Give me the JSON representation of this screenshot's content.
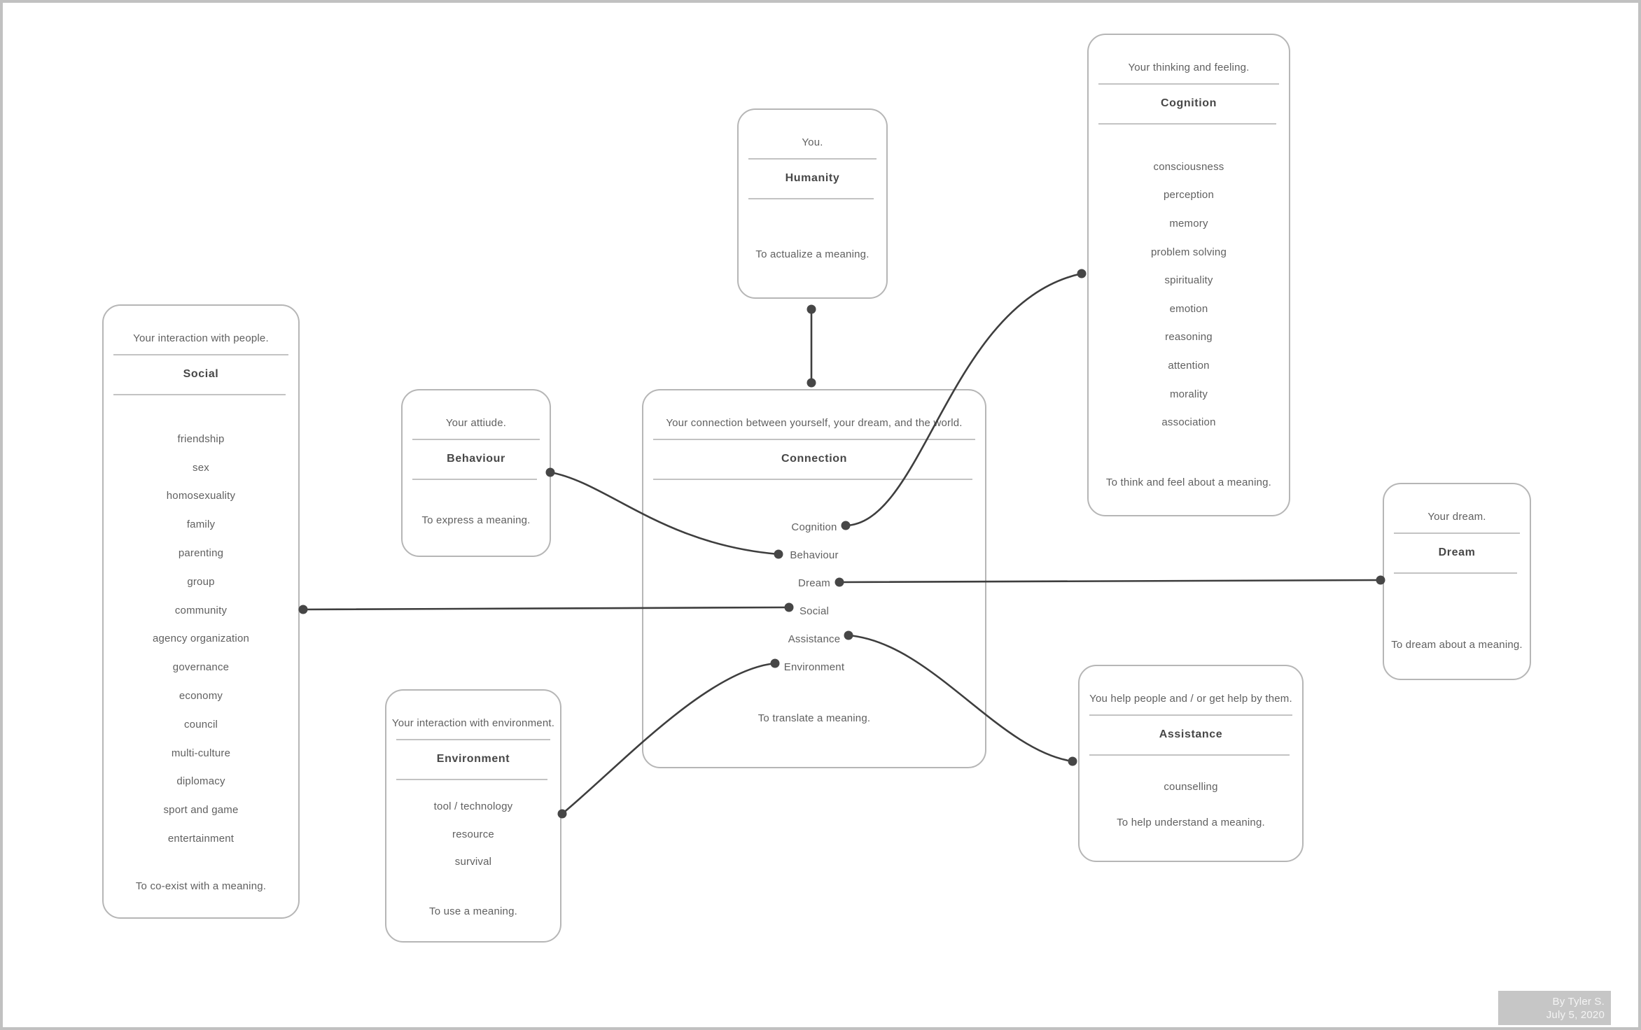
{
  "cards": [
    {
      "id": "humanity",
      "subtitle": "You.",
      "title": "Humanity",
      "items": [],
      "footer": "To actualize a meaning."
    },
    {
      "id": "cognition",
      "subtitle": "Your thinking and feeling.",
      "title": "Cognition",
      "items": [
        "consciousness",
        "perception",
        "memory",
        "problem solving",
        "spirituality",
        "emotion",
        "reasoning",
        "attention",
        "morality",
        "association"
      ],
      "footer": "To think and feel about a meaning."
    },
    {
      "id": "social",
      "subtitle": "Your interaction with people.",
      "title": "Social",
      "items": [
        "friendship",
        "sex",
        "homosexuality",
        "family",
        "parenting",
        "group",
        "community",
        "agency organization",
        "governance",
        "economy",
        "council",
        "multi-culture",
        "diplomacy",
        "sport and game",
        "entertainment"
      ],
      "footer": "To co-exist with a meaning."
    },
    {
      "id": "behaviour",
      "subtitle": "Your attiude.",
      "title": "Behaviour",
      "items": [],
      "footer": "To express a meaning."
    },
    {
      "id": "connection",
      "subtitle": "Your connection between yourself, your dream, and the world.",
      "title": "Connection",
      "items": [
        "Cognition",
        "Behaviour",
        "Dream",
        "Social",
        "Assistance",
        "Environment"
      ],
      "footer": "To translate a meaning."
    },
    {
      "id": "dream",
      "subtitle": "Your dream.",
      "title": "Dream",
      "items": [],
      "footer": "To dream about a meaning."
    },
    {
      "id": "environment",
      "subtitle": "Your interaction with environment.",
      "title": "Environment",
      "items": [
        "tool / technology",
        "resource",
        "survival"
      ],
      "footer": "To use a meaning."
    },
    {
      "id": "assistance",
      "subtitle": "You help people and / or get help by them.",
      "title": "Assistance",
      "items": [
        "counselling"
      ],
      "footer": "To help understand a meaning."
    }
  ],
  "edges": [
    {
      "from": "Humanity",
      "to": "Connection"
    },
    {
      "from": "Cognition",
      "to": "Connection.Cognition"
    },
    {
      "from": "Behaviour",
      "to": "Connection.Behaviour"
    },
    {
      "from": "Dream",
      "to": "Connection.Dream"
    },
    {
      "from": "Social",
      "to": "Connection.Social"
    },
    {
      "from": "Assistance",
      "to": "Connection.Assistance"
    },
    {
      "from": "Environment",
      "to": "Connection.Environment"
    }
  ],
  "watermark": {
    "author": "By Tyler S.",
    "date": "July 5, 2020"
  },
  "colors": {
    "connector_line": "#3e3e3e",
    "connector_dot": "#464646",
    "card_border": "#b6b6b6",
    "separator": "#c3c3c3",
    "body_text": "#606060",
    "title_text": "#474747",
    "frame": "#c1c1c1",
    "watermark_bg": "#c6c6c6",
    "watermark_text": "#f4f4f4"
  }
}
